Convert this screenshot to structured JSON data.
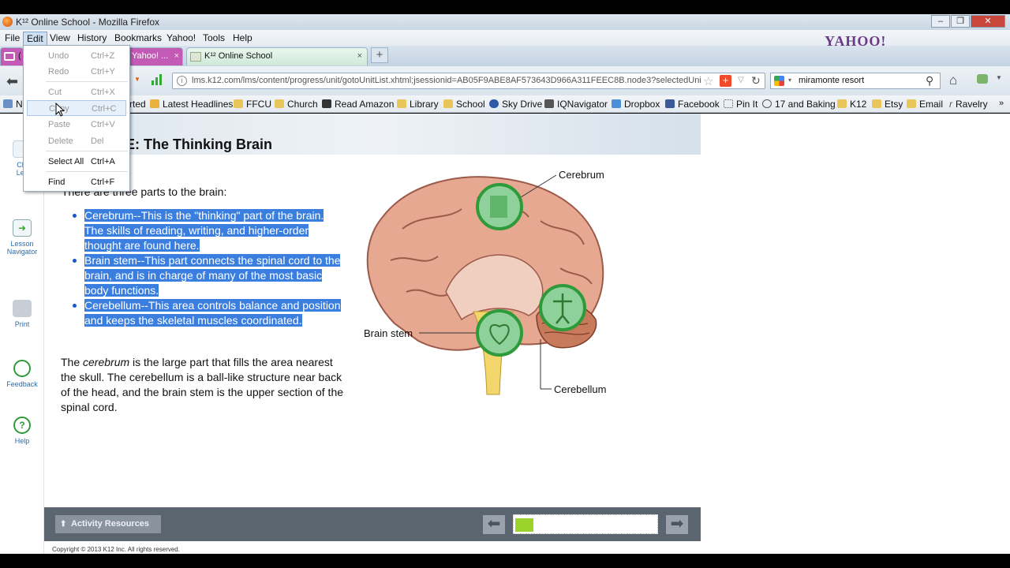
{
  "window": {
    "title": "K¹² Online School - Mozilla Firefox",
    "buttons": [
      "‒",
      "❐",
      "✕"
    ]
  },
  "menubar": {
    "items": [
      "File",
      "Edit",
      "View",
      "History",
      "Bookmarks",
      "Yahoo!",
      "Tools",
      "Help"
    ],
    "brand": "YAHOO!"
  },
  "tabs": [
    {
      "label": "("
    },
    {
      "label": "Yahoo! ..."
    },
    {
      "label": "K¹² Online School",
      "close": "×"
    }
  ],
  "newtab_label": "+",
  "navbar": {
    "url": "lms.k12.com/lms/content/progress/unit/gotoUnitList.xhtml;jsessionid=AB05F9ABE8AF573643D966A311FEEC8B.node3?selectedUni",
    "search": "miramonte resort"
  },
  "bookmarks": [
    "N",
    "rted",
    "Latest Headlines",
    "FFCU",
    "Church",
    "Read Amazon",
    "Library",
    "School",
    "Sky Drive",
    "IQNavigator",
    "Dropbox",
    "Facebook",
    "Pin It",
    "17 and Baking",
    "K12",
    "Etsy",
    "Email",
    "Ravelry"
  ],
  "sidebar": {
    "items": [
      {
        "label": "Clo\nLes"
      },
      {
        "label": "Lesson\nNavigator"
      },
      {
        "label": "Print"
      },
      {
        "label": "Feedback"
      },
      {
        "label": "Help"
      }
    ]
  },
  "lesson": {
    "title_prefix": "RE:",
    "title": "The Thinking Brain",
    "intro": "There are three parts to the brain:",
    "bullets": [
      "Cerebrum--This is the \"thinking\" part of the brain. The skills of reading, writing, and higher-order thought are found here.",
      "Brain stem--This part connects the spinal cord to the brain, and is in charge of many of the most basic body functions.",
      "Cerebellum--This area controls balance and position and keeps the skeletal muscles coordinated."
    ],
    "para_em": "cerebrum",
    "para_before": "The ",
    "para_after": " is the large part that fills the area nearest the skull. The cerebellum is a ball-like structure near back of the head, and the brain stem is the upper section of the spinal cord.",
    "diagram_labels": {
      "cerebrum": "Cerebrum",
      "brain_stem": "Brain stem",
      "cerebellum": "Cerebellum"
    }
  },
  "footer": {
    "activity_resources": "Activity Resources",
    "progress_fraction": 0.13,
    "copyright": "Copyright © 2013 K12 Inc. All rights reserved."
  },
  "edit_menu": [
    {
      "label": "Undo",
      "shortcut": "Ctrl+Z",
      "enabled": false
    },
    {
      "label": "Redo",
      "shortcut": "Ctrl+Y",
      "enabled": false
    },
    {
      "label": "Cut",
      "shortcut": "Ctrl+X",
      "enabled": false
    },
    {
      "label": "Copy",
      "shortcut": "Ctrl+C",
      "enabled": false
    },
    {
      "label": "Paste",
      "shortcut": "Ctrl+V",
      "enabled": false
    },
    {
      "label": "Delete",
      "shortcut": "Del",
      "enabled": false
    },
    {
      "label": "Select All",
      "shortcut": "Ctrl+A",
      "enabled": true
    },
    {
      "label": "Find",
      "shortcut": "Ctrl+F",
      "enabled": true
    }
  ],
  "colors": {
    "highlight": "#3a7fe0",
    "progress": "#9bd22b",
    "icon_green": "#2f9a3a"
  }
}
